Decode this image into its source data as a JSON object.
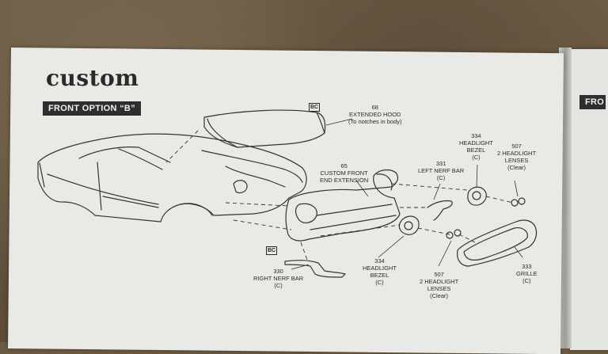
{
  "page": {
    "title": "custom",
    "section_tag": "FRONT OPTION “B”",
    "next_page_tag": "FRO"
  },
  "badges": {
    "hood": "BC",
    "extension": "BC"
  },
  "parts": {
    "hood": {
      "number": "68",
      "name": "EXTENDED HOOD",
      "note": "(To notches in body)"
    },
    "front_extension": {
      "number": "65",
      "name_line1": "CUSTOM FRONT",
      "name_line2": "END EXTENSION"
    },
    "left_nerf_bar": {
      "number": "331",
      "name": "LEFT NERF BAR",
      "tree": "(C)"
    },
    "headlight_bezel_top": {
      "number": "334",
      "name_line1": "HEADLIGHT",
      "name_line2": "BEZEL",
      "tree": "(C)"
    },
    "lenses_top": {
      "number": "507",
      "name_line1": "2 HEADLIGHT",
      "name_line2": "LENSES",
      "tree": "(Clear)"
    },
    "right_nerf_bar": {
      "number": "330",
      "name": "RIGHT NERF BAR",
      "tree": "(C)"
    },
    "headlight_bezel_bottom": {
      "number": "334",
      "name_line1": "HEADLIGHT",
      "name_line2": "BEZEL",
      "tree": "(C)"
    },
    "lenses_bottom": {
      "number": "507",
      "name_line1": "2 HEADLIGHT",
      "name_line2": "LENSES",
      "tree": "(Clear)"
    },
    "grille": {
      "number": "333",
      "name": "GRILLE",
      "tree": "(C)"
    }
  }
}
